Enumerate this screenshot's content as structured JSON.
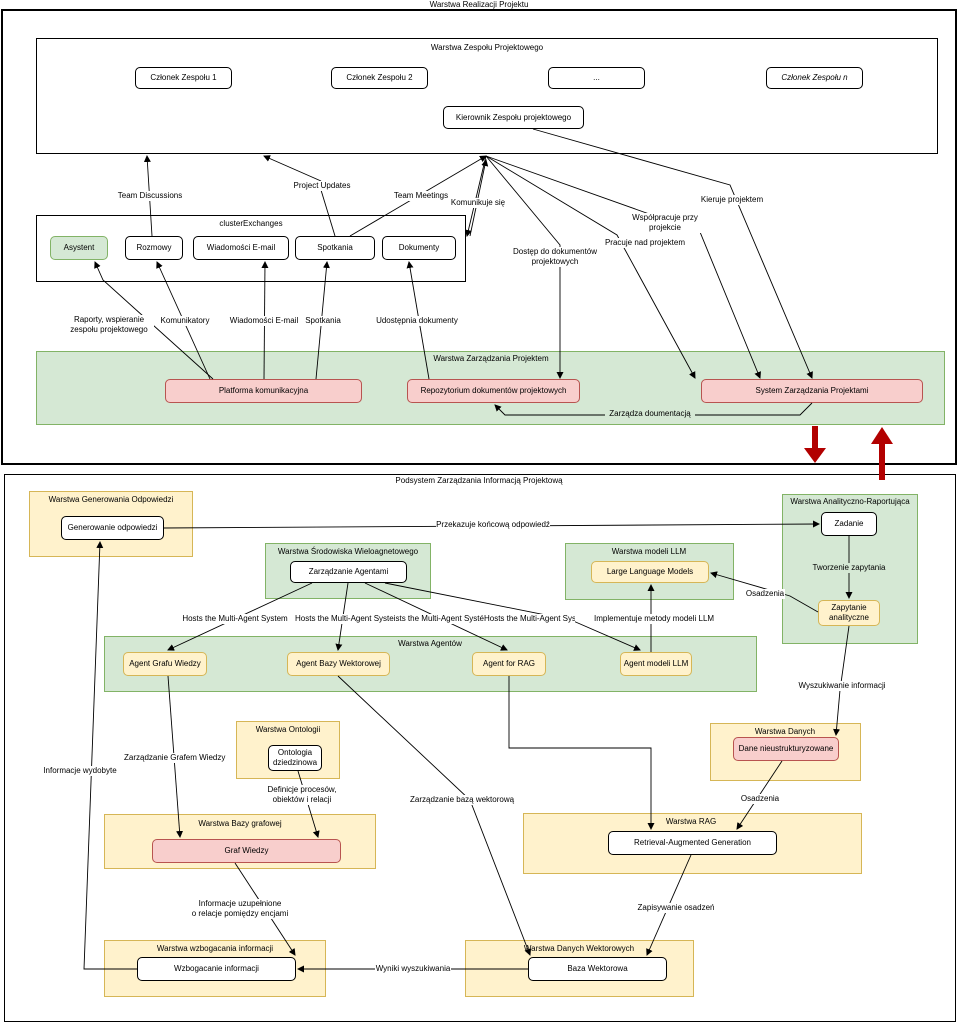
{
  "top": {
    "title": "Warstwa Realizacji Projektu",
    "team_layer": {
      "title": "Warstwa Zespołu Projektowego",
      "members": [
        "Członek Zespołu 1",
        "Członek Zespołu 2",
        "...",
        "Członek Zespołu n"
      ],
      "manager": "Kierownik Zespołu projektowego"
    },
    "exchanges": {
      "title": "clusterExchanges",
      "items": [
        "Asystent",
        "Rozmowy",
        "Wiadomości E-mail",
        "Spotkania",
        "Dokumenty"
      ]
    },
    "mgmt_layer": {
      "title": "Warstwa Zarządzania Projektem",
      "items": [
        "Platforma komunikacyjna",
        "Repozytorium dokumentów projektowych",
        "System Zarządzania Projektami"
      ]
    },
    "edges": {
      "team_discussions": "Team Discussions",
      "project_updates": "Project Updates",
      "team_meetings": "Team Meetings",
      "komunikuje": "Komunikuje się",
      "dostep": "Dostęp do dokumentów\nprojektowych",
      "pracuje": "Pracuje nad projektem",
      "wspolpracuje": "Współpracuje przy\nprojekcie",
      "kieruje": "Kieruje projektem",
      "raporty": "Raporty, wspieranie\nzespołu projektowego",
      "komunikatory": "Komunikatory",
      "wiadomosci": "Wiadomości E-mail",
      "spotkania": "Spotkania",
      "udostepnia": "Udostępnia dokumenty",
      "zarzadza_dok": "Zarządza doumentacją"
    }
  },
  "bottom": {
    "title": "Podsystem Zarządzania Informacją Projektową",
    "gen_layer": {
      "title": "Warstwa Generowania Odpowiedzi",
      "item": "Generowanie odpowiedzi"
    },
    "analytic_layer": {
      "title": "Warstwa Analityczno-Raportująca",
      "task": "Zadanie",
      "query": "Zapytanie\nanalityczne"
    },
    "multiagent_layer": {
      "title": "Warstwa Środowiska Wieloagnetowego",
      "item": "Zarządzanie Agentami"
    },
    "llm_layer": {
      "title": "Warstwa modeli LLM",
      "item": "Large Language Models"
    },
    "agents_layer": {
      "title": "Warstwa Agentów",
      "items": [
        "Agent Grafu Wiedzy",
        "Agent Bazy Wektorowej",
        "Agent for RAG",
        "Agent modeli LLM"
      ]
    },
    "ontology_layer": {
      "title": "Warstwa Ontologii",
      "item": "Ontologia\ndziedzinowa"
    },
    "data_layer": {
      "title": "Warstwa Danych",
      "item": "Dane nieustrukturyzowane"
    },
    "graph_layer": {
      "title": "Warstwa Bazy grafowej",
      "item": "Graf Wiedzy"
    },
    "rag_layer": {
      "title": "Warstwa RAG",
      "item": "Retrieval-Augmented Generation"
    },
    "enrich_layer": {
      "title": "Warstwa wzbogacania informacji",
      "item": "Wzbogacanie informacji"
    },
    "vector_layer": {
      "title": "Warstwa Danych Wektorowych",
      "item": "Baza Wektorowa"
    },
    "edges": {
      "przekazuje": "Przekazuje końcową odpowiedź",
      "tworzenie": "Tworzenie zapytania",
      "osadzenia1": "Osadzenia",
      "hosts": "Hosts the Multi-Agent System",
      "hosts_mid": "Hosts the Multi-Agent System",
      "hosts_overlap": "Hosts the Multi-Agent Systeists the Multi-Agent SystéHosts the Multi-Agent System",
      "implementuje": "Implementuje metody modeli LLM",
      "wyszukiwanie": "Wyszukiwanie informacji",
      "zarz_graf": "Zarządzanie Grafem Wiedzy",
      "informacje_wyd": "Informacje wydobyte",
      "definicje": "Definicje procesów,\nobiektów i relacji",
      "zarz_baza": "Zarządzanie bazą wektorową",
      "osadzenia2": "Osadzenia",
      "info_uzup": "Informacje uzupełnione\no relacje pomiędzy encjami",
      "zapisywanie": "Zapisywanie osadzeń",
      "wyniki": "Wyniki wyszukiwania"
    }
  },
  "colors": {
    "green_fill": "#d5e8d4",
    "yellow_fill": "#fff2cc",
    "red_fill": "#f8cecc",
    "red_arrow": "#b20000"
  }
}
